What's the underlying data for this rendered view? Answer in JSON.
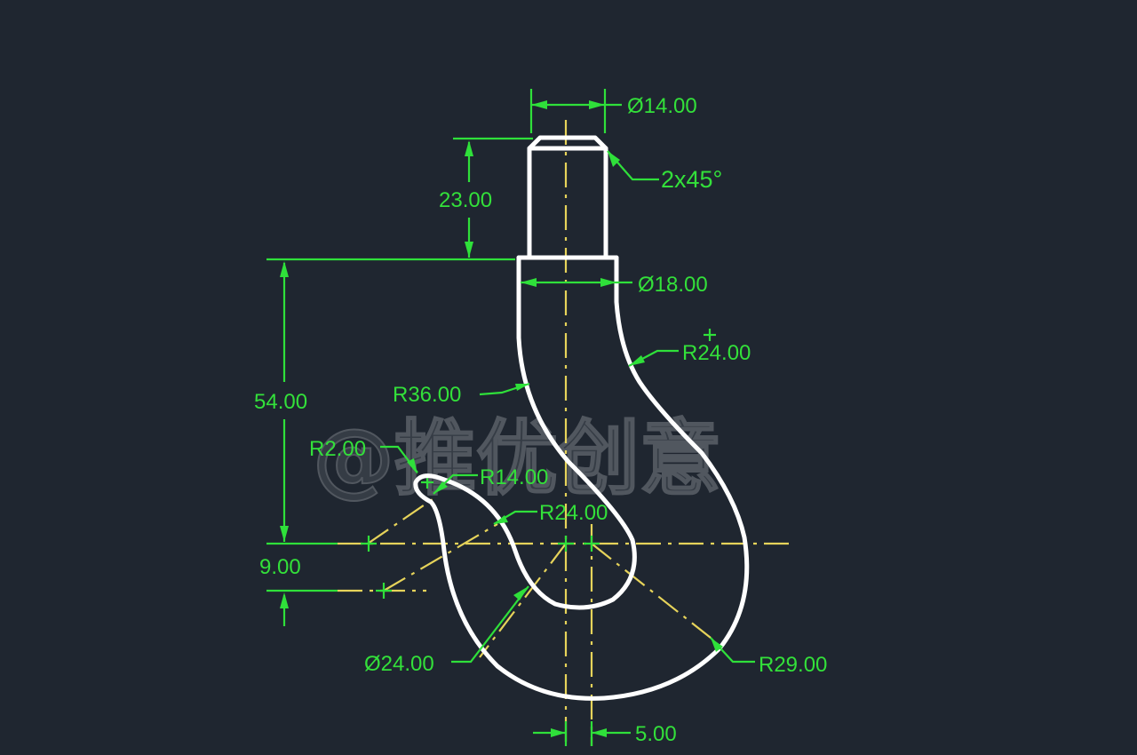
{
  "drawing": {
    "title": "Crane hook CAD drawing",
    "background": "#1f2630",
    "colors": {
      "outline": "#ffffff",
      "dimension": "#33e03a",
      "centerline": "#e6d35a",
      "watermark": "#5a6068"
    },
    "dimensions": {
      "shank_diameter": "Ø14.00",
      "chamfer": "2x45°",
      "shank_length": "23.00",
      "neck_diameter": "Ø18.00",
      "outer_upper_radius": "R24.00",
      "body_height": "54.00",
      "inner_upper_radius": "R36.00",
      "tip_radius": "R2.00",
      "tip_arc_radius": "R14.00",
      "inner_arc_radius": "R24.00",
      "offset_vertical": "9.00",
      "throat_diameter": "Ø24.00",
      "outer_lower_radius": "R29.00",
      "center_offset": "5.00"
    },
    "watermark": "@推优创意"
  }
}
